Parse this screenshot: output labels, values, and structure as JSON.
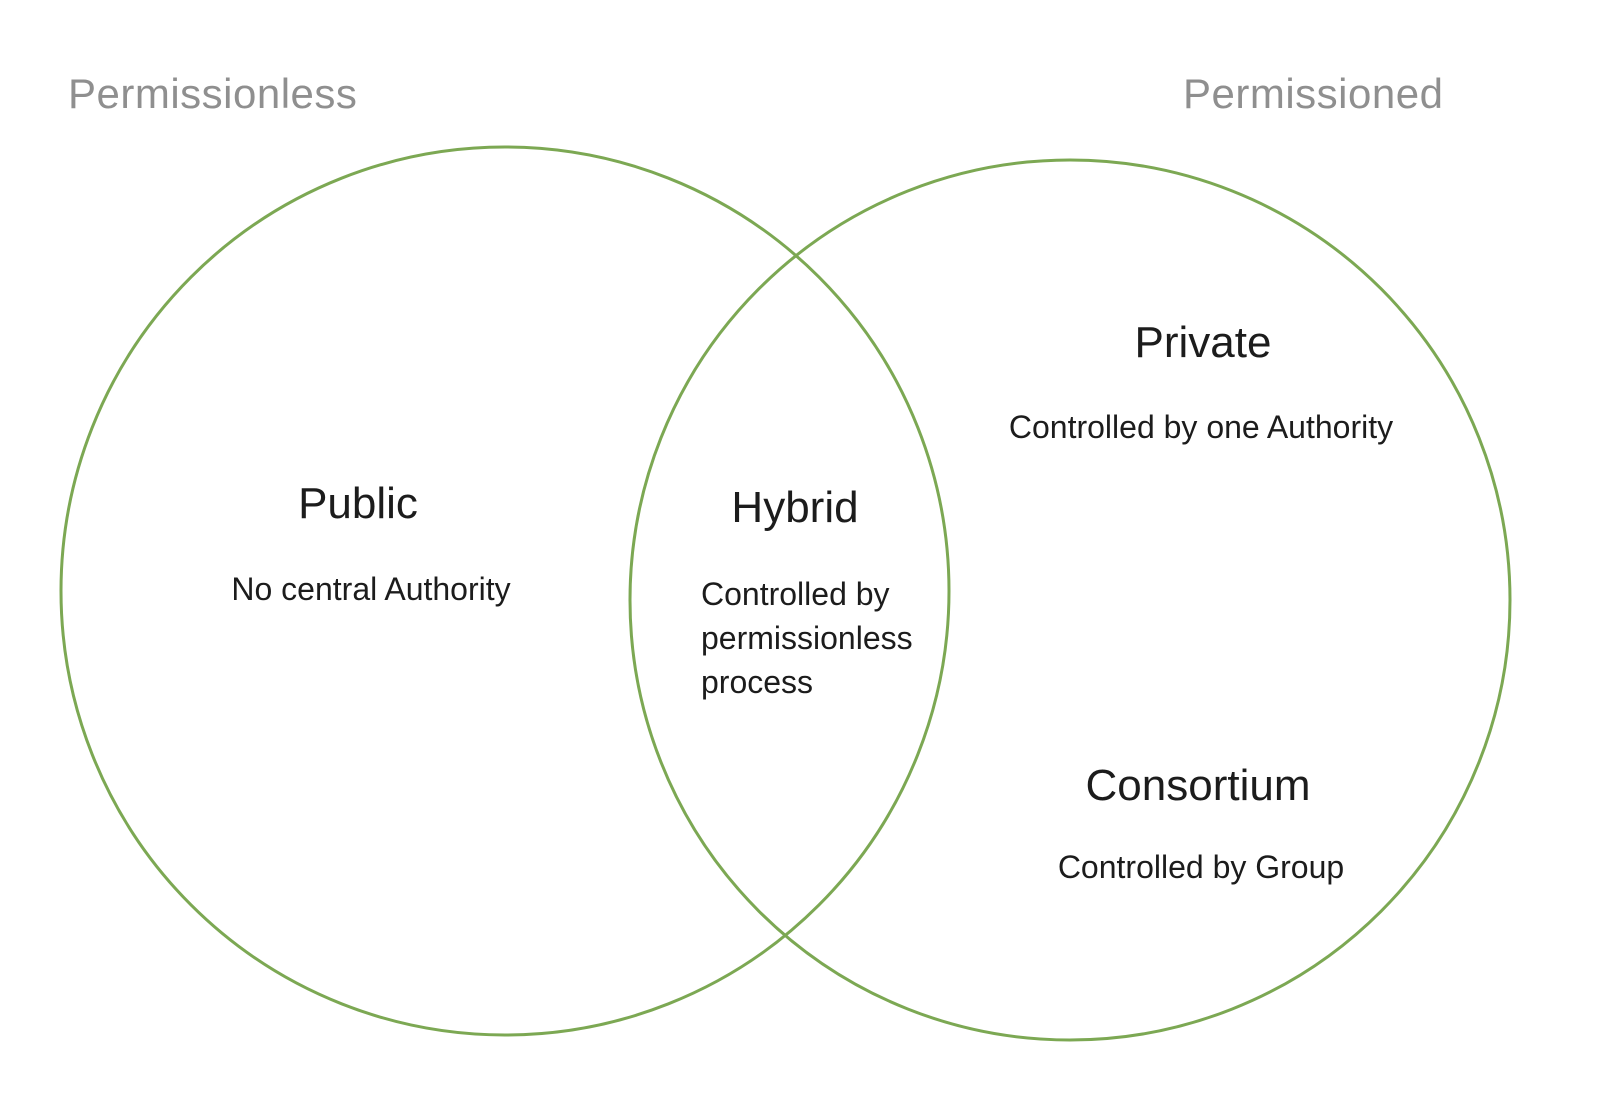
{
  "colors": {
    "background": "#ffffff",
    "circle_stroke": "#7ca853",
    "header_text": "#8f8f8f",
    "label_text": "#1c1c1c"
  },
  "headers": {
    "left": "Permissionless",
    "right": "Permissioned"
  },
  "diagram": {
    "type": "venn",
    "left_circle": "Permissionless",
    "right_circle": "Permissioned"
  },
  "regions": {
    "public": {
      "title": "Public",
      "subtitle": "No central Authority"
    },
    "hybrid": {
      "title": "Hybrid",
      "sub_lines": {
        "0": "Controlled by",
        "1": "permissionless",
        "2": "process"
      }
    },
    "private": {
      "title": "Private",
      "subtitle": "Controlled by one Authority"
    },
    "consortium": {
      "title": "Consortium",
      "subtitle": "Controlled by Group"
    }
  }
}
